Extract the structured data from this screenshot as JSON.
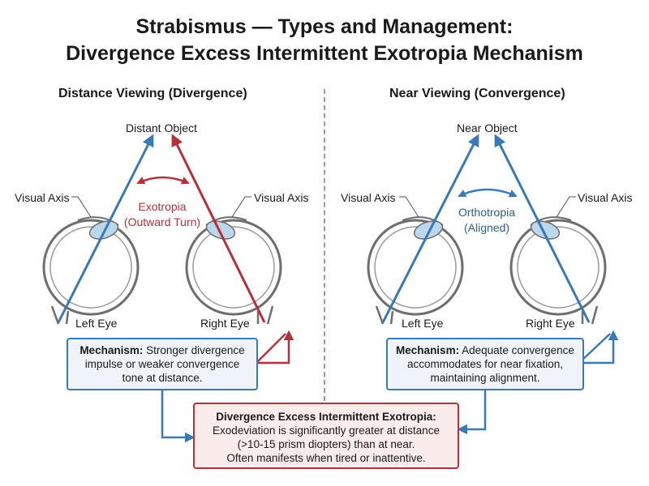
{
  "title": {
    "line1": "Strabismus — Types and Management:",
    "line2": "Divergence Excess Intermittent Exotropia Mechanism"
  },
  "left_panel": {
    "heading": "Distance Viewing (Divergence)",
    "object_label": "Distant Object",
    "visual_axis_left": "Visual Axis",
    "visual_axis_right": "Visual Axis",
    "deviation_line1": "Exotropia",
    "deviation_line2": "(Outward Turn)",
    "left_eye": "Left Eye",
    "right_eye": "Right Eye",
    "mechanism_title": "Mechanism:",
    "mechanism_text": " Stronger divergence impulse or weaker convergence tone at distance."
  },
  "right_panel": {
    "heading": "Near Viewing (Convergence)",
    "object_label": "Near Object",
    "visual_axis_left": "Visual Axis",
    "visual_axis_right": "Visual Axis",
    "deviation_line1": "Orthotropia",
    "deviation_line2": "(Aligned)",
    "left_eye": "Left Eye",
    "right_eye": "Right Eye",
    "mechanism_title": "Mechanism:",
    "mechanism_text": " Adequate convergence accommodates for near fixation, maintaining alignment."
  },
  "summary": {
    "title": "Divergence Excess Intermittent Exotropia:",
    "line1": "Exodeviation is significantly greater at distance",
    "line2": "(>10-15 prism diopters) than at near.",
    "line3": "Often manifests when tired or inattentive."
  },
  "colors": {
    "blue_axis": "#3a79b4",
    "red_axis": "#b3313a",
    "eye_outline": "#6e6e6e",
    "lens": "#bcd6ec"
  }
}
